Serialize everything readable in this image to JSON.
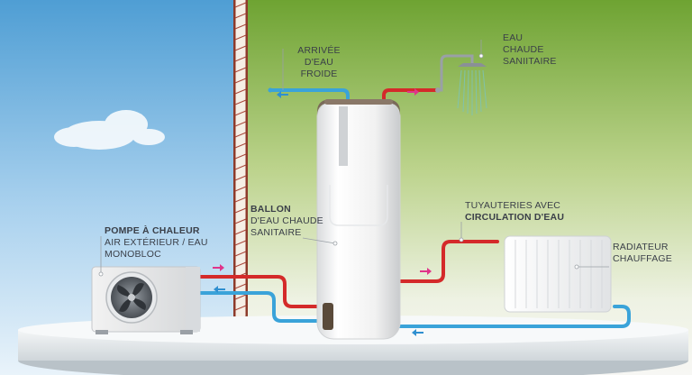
{
  "labels": {
    "cold_water_inlet": {
      "line1": "ARRIVÉE",
      "line2": "D'EAU",
      "line3": "FROIDE"
    },
    "domestic_hot_water": {
      "line1": "EAU",
      "line2": "CHAUDE",
      "line3": "SANIITAIRE"
    },
    "hot_water_tank": {
      "line1": "BALLON",
      "line2": "D'EAU CHAUDE",
      "line3": "SANITAIRE"
    },
    "heat_pump": {
      "line1": "POMPE À CHALEUR",
      "line2": "AIR EXTÉRIEUR / EAU",
      "line3": "MONOBLOC"
    },
    "water_piping": {
      "line1": "TUYAUTERIES AVEC",
      "line2": "CIRCULATION D'EAU"
    },
    "radiator": {
      "line1": "RADIATEUR",
      "line2": "CHAUFFAGE"
    }
  },
  "colors": {
    "hot_pipe": "#d42a2a",
    "cold_pipe": "#3aa3d9",
    "flow_arrow_hot": "#e0348a",
    "flow_arrow_cold": "#2f8fd0",
    "sky_top": "#5aa6d8",
    "interior_wall_top": "#7fae3c",
    "wall_brick": "#9a3b2c"
  }
}
